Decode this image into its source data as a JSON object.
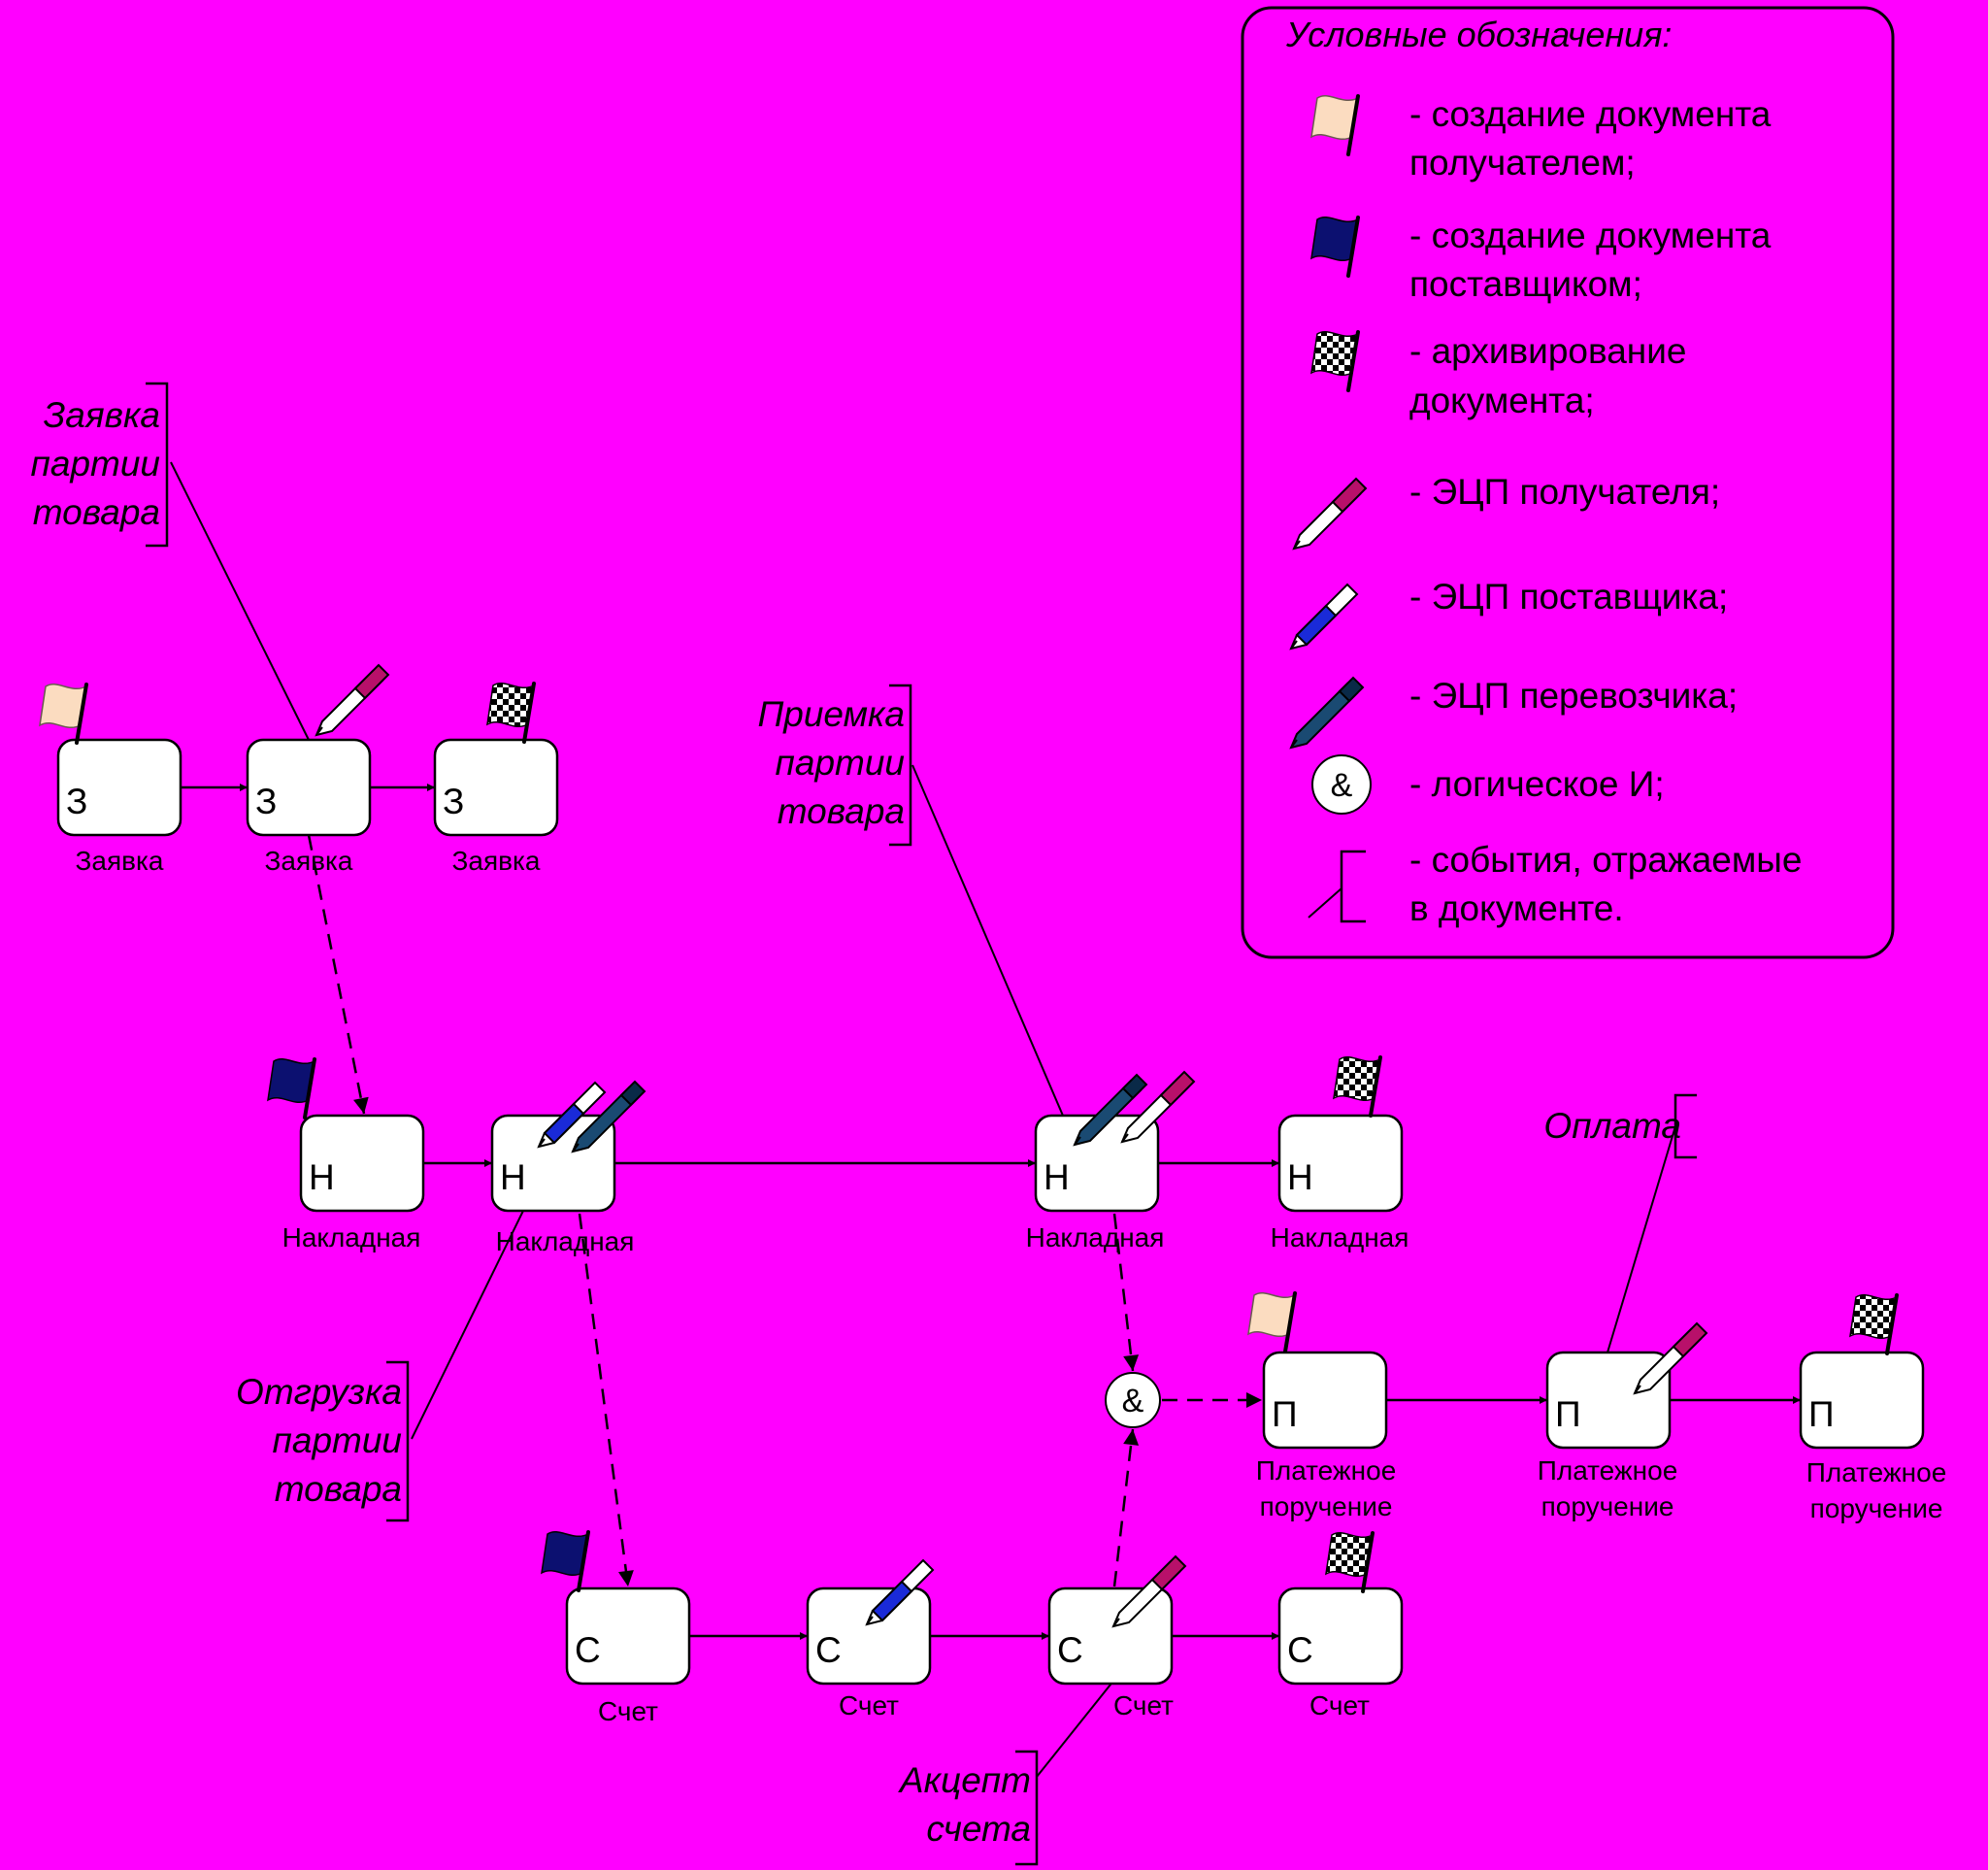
{
  "legend": {
    "title": "Условные обозначения:",
    "items": [
      {
        "icon": "flag-peach-icon",
        "lines": [
          "- создание документа",
          "получателем;"
        ]
      },
      {
        "icon": "flag-navy-icon",
        "lines": [
          "- создание документа",
          "поставщиком;"
        ]
      },
      {
        "icon": "flag-checkered-icon",
        "lines": [
          "- архивирование",
          "документа;"
        ]
      },
      {
        "icon": "pen-recipient-icon",
        "lines": [
          "- ЭЦП получателя;"
        ]
      },
      {
        "icon": "pen-supplier-icon",
        "lines": [
          "- ЭЦП поставщика;"
        ]
      },
      {
        "icon": "pen-carrier-icon",
        "lines": [
          "- ЭЦП перевозчика;"
        ]
      },
      {
        "icon": "logical-and-icon",
        "symbol": "&",
        "lines": [
          "- логическое И;"
        ]
      },
      {
        "icon": "event-bracket-icon",
        "lines": [
          "- события, отражаемые",
          "в документе."
        ]
      }
    ]
  },
  "annotations": [
    {
      "lines": [
        "Заявка",
        "партии",
        "товара"
      ]
    },
    {
      "lines": [
        "Приемка",
        "партии",
        "товара"
      ]
    },
    {
      "lines": [
        "Отгрузка",
        "партии",
        "товара"
      ]
    },
    {
      "lines": [
        "Оплата"
      ]
    },
    {
      "lines": [
        "Акцепт",
        "счета"
      ]
    }
  ],
  "nodes": [
    {
      "id": "z1",
      "letter": "З",
      "label": [
        "Заявка"
      ],
      "markers": [
        "flag-peach-icon"
      ]
    },
    {
      "id": "z2",
      "letter": "З",
      "label": [
        "Заявка"
      ],
      "markers": [
        "pen-recipient-icon"
      ]
    },
    {
      "id": "z3",
      "letter": "З",
      "label": [
        "Заявка"
      ],
      "markers": [
        "flag-checkered-icon"
      ]
    },
    {
      "id": "n1",
      "letter": "Н",
      "label": [
        "Накладная"
      ],
      "markers": [
        "flag-navy-icon"
      ]
    },
    {
      "id": "n2",
      "letter": "Н",
      "label": [
        "Накладная"
      ],
      "markers": [
        "pen-supplier-icon",
        "pen-carrier-icon"
      ]
    },
    {
      "id": "n3",
      "letter": "Н",
      "label": [
        "Накладная"
      ],
      "markers": [
        "pen-carrier-icon",
        "pen-recipient-icon"
      ]
    },
    {
      "id": "n4",
      "letter": "Н",
      "label": [
        "Накладная"
      ],
      "markers": [
        "flag-checkered-icon"
      ]
    },
    {
      "id": "p1",
      "letter": "П",
      "label": [
        "Платежное",
        "поручение"
      ],
      "markers": [
        "flag-peach-icon"
      ]
    },
    {
      "id": "p2",
      "letter": "П",
      "label": [
        "Платежное",
        "поручение"
      ],
      "markers": [
        "pen-recipient-icon"
      ]
    },
    {
      "id": "p3",
      "letter": "П",
      "label": [
        "Платежное",
        "поручение"
      ],
      "markers": [
        "flag-checkered-icon"
      ]
    },
    {
      "id": "c1",
      "letter": "С",
      "label": [
        "Счет"
      ],
      "markers": [
        "flag-navy-icon"
      ]
    },
    {
      "id": "c2",
      "letter": "С",
      "label": [
        "Счет"
      ],
      "markers": [
        "pen-supplier-icon"
      ]
    },
    {
      "id": "c3",
      "letter": "С",
      "label": [
        "Счет"
      ],
      "markers": [
        "pen-recipient-icon"
      ]
    },
    {
      "id": "c4",
      "letter": "С",
      "label": [
        "Счет"
      ],
      "markers": [
        "flag-checkered-icon"
      ]
    }
  ],
  "and_gate": {
    "symbol": "&"
  },
  "edges": [
    {
      "from": "z1",
      "to": "z2",
      "style": "solid"
    },
    {
      "from": "z2",
      "to": "z3",
      "style": "solid"
    },
    {
      "from": "z2",
      "to": "n1",
      "style": "dashed"
    },
    {
      "from": "n1",
      "to": "n2",
      "style": "solid"
    },
    {
      "from": "n2",
      "to": "n3",
      "style": "solid"
    },
    {
      "from": "n3",
      "to": "n4",
      "style": "solid"
    },
    {
      "from": "n2",
      "to": "c1",
      "style": "dashed"
    },
    {
      "from": "n3",
      "to": "and",
      "style": "dashed"
    },
    {
      "from": "c3",
      "to": "and",
      "style": "dashed"
    },
    {
      "from": "and",
      "to": "p1",
      "style": "dashed"
    },
    {
      "from": "p1",
      "to": "p2",
      "style": "solid"
    },
    {
      "from": "p2",
      "to": "p3",
      "style": "solid"
    },
    {
      "from": "c1",
      "to": "c2",
      "style": "solid"
    },
    {
      "from": "c2",
      "to": "c3",
      "style": "solid"
    },
    {
      "from": "c3",
      "to": "c4",
      "style": "solid"
    }
  ],
  "colors": {
    "background": "#ff00ff",
    "node_fill": "#ffffff",
    "flag_peach": "#fbdcc0",
    "flag_navy": "#0c1070",
    "pen_recipient": "#b8106a",
    "pen_supplier": "#1a2ad8",
    "pen_carrier": "#1a4a72"
  }
}
